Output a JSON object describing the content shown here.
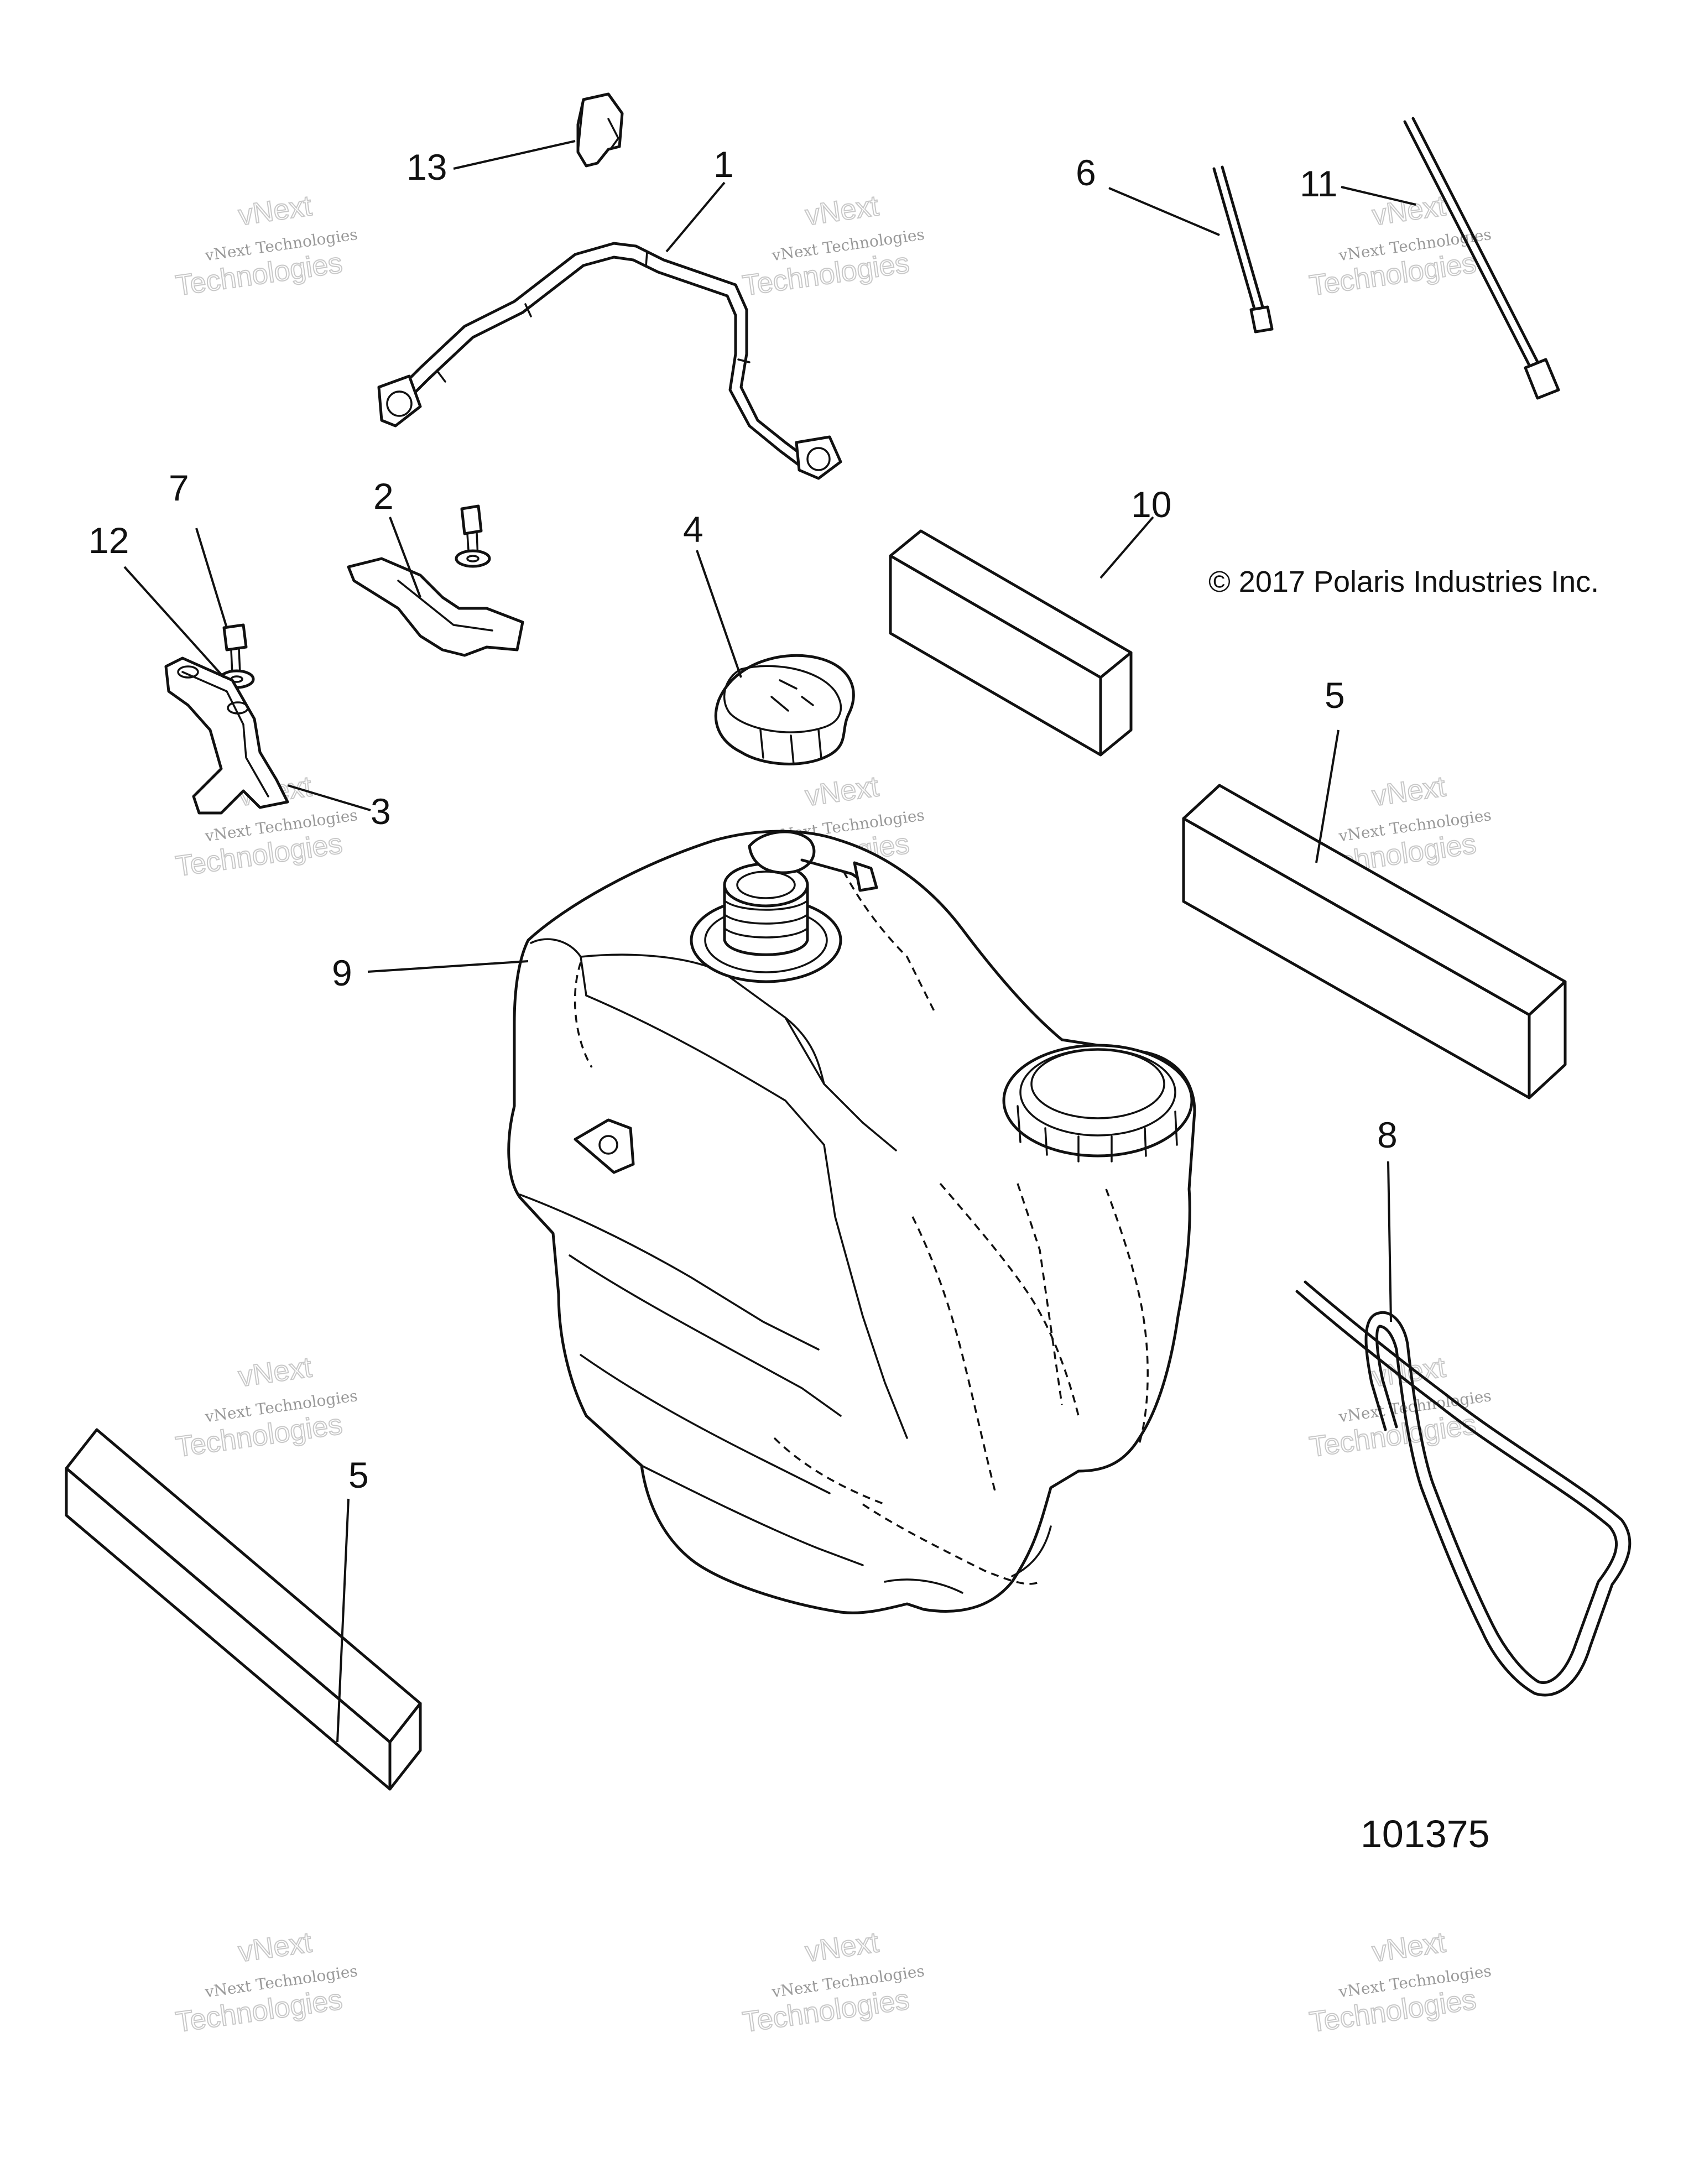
{
  "copyright": "© 2017 Polaris Industries Inc.",
  "drawing_number": "101375",
  "watermark": {
    "line1": "vNext Technologies",
    "brand_top": "vNext",
    "brand_bottom": "Technologies"
  },
  "callouts": {
    "p1": "1",
    "p2": "2",
    "p3": "3",
    "p4": "4",
    "p5a": "5",
    "p5b": "5",
    "p6": "6",
    "p7": "7",
    "p8": "8",
    "p9": "9",
    "p10": "10",
    "p11": "11",
    "p12": "12",
    "p13": "13"
  }
}
